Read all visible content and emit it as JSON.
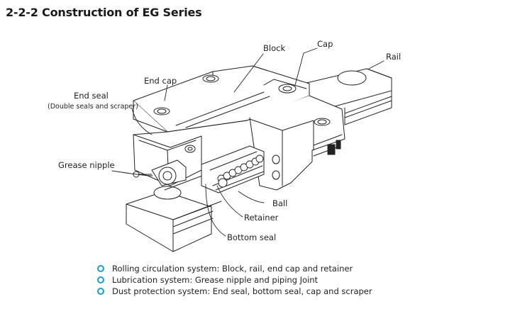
{
  "title": "2-2-2 Construction of EG Series",
  "labels": {
    "block": "Block",
    "cap": "Cap",
    "rail": "Rail",
    "end_cap": "End cap",
    "end_seal": "End seal",
    "end_seal_note": "(Double seals and scraper)",
    "grease_nipple": "Grease nipple",
    "ball": "Ball",
    "retainer": "Retainer",
    "bottom_seal": "Bottom seal"
  },
  "bullets": [
    "Rolling circulation system: Block, rail, end cap and retainer",
    "Lubrication system: Grease nipple and piping Joint",
    "Dust protection system: End seal, bottom seal, cap and scraper"
  ],
  "colors": {
    "bullet": "#1c9bd1",
    "line": "#222222"
  },
  "icons": {
    "bullet": "circle-outline-icon"
  }
}
